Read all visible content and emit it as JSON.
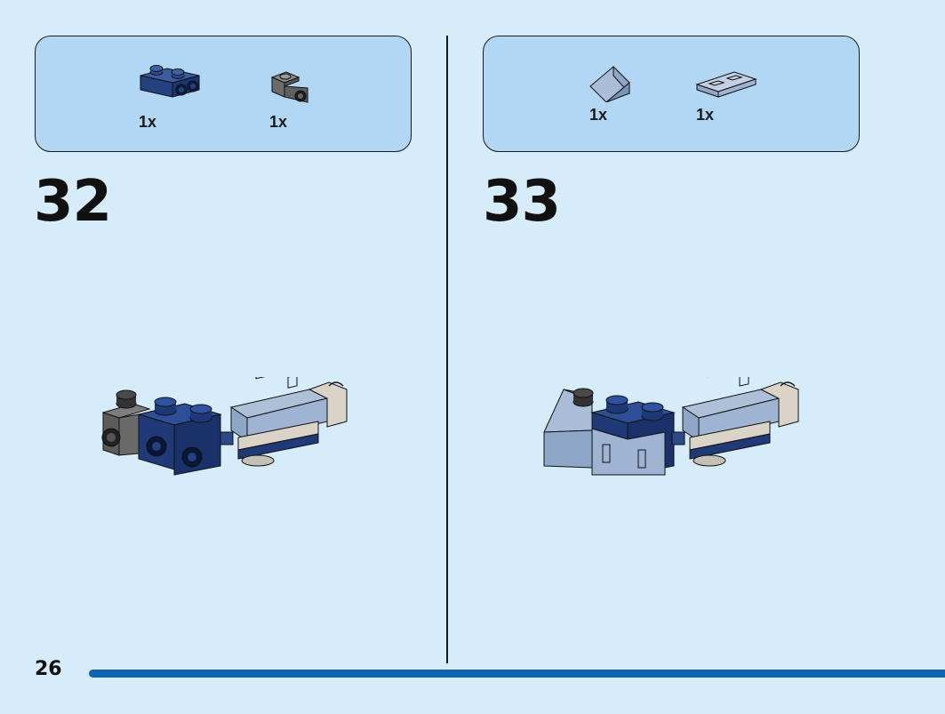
{
  "page": {
    "number": "26"
  },
  "steps": [
    {
      "number": "32",
      "parts": [
        {
          "icon": "dark-blue-bracket-1x2-icon",
          "qty": "1x",
          "color": "#1e3c78"
        },
        {
          "icon": "dark-gray-bracket-1x1-icon",
          "qty": "1x",
          "color": "#6e6e6e"
        }
      ]
    },
    {
      "number": "33",
      "parts": [
        {
          "icon": "sand-blue-slope-1x1-icon",
          "qty": "1x",
          "color": "#8ea6c8"
        },
        {
          "icon": "sand-blue-tile-1x2-icon",
          "qty": "1x",
          "color": "#a9bbd6"
        }
      ]
    }
  ],
  "progress": {
    "fraction": 1.0,
    "color": "#0e64ae"
  },
  "colors": {
    "background": "#d7ecfb",
    "parts_panel": "#b2d7f4",
    "dark_blue": "#1e3c78",
    "dark_gray": "#6e6e6e",
    "sand_blue": "#8ea6c8",
    "light_tan": "#d9d4c7"
  }
}
